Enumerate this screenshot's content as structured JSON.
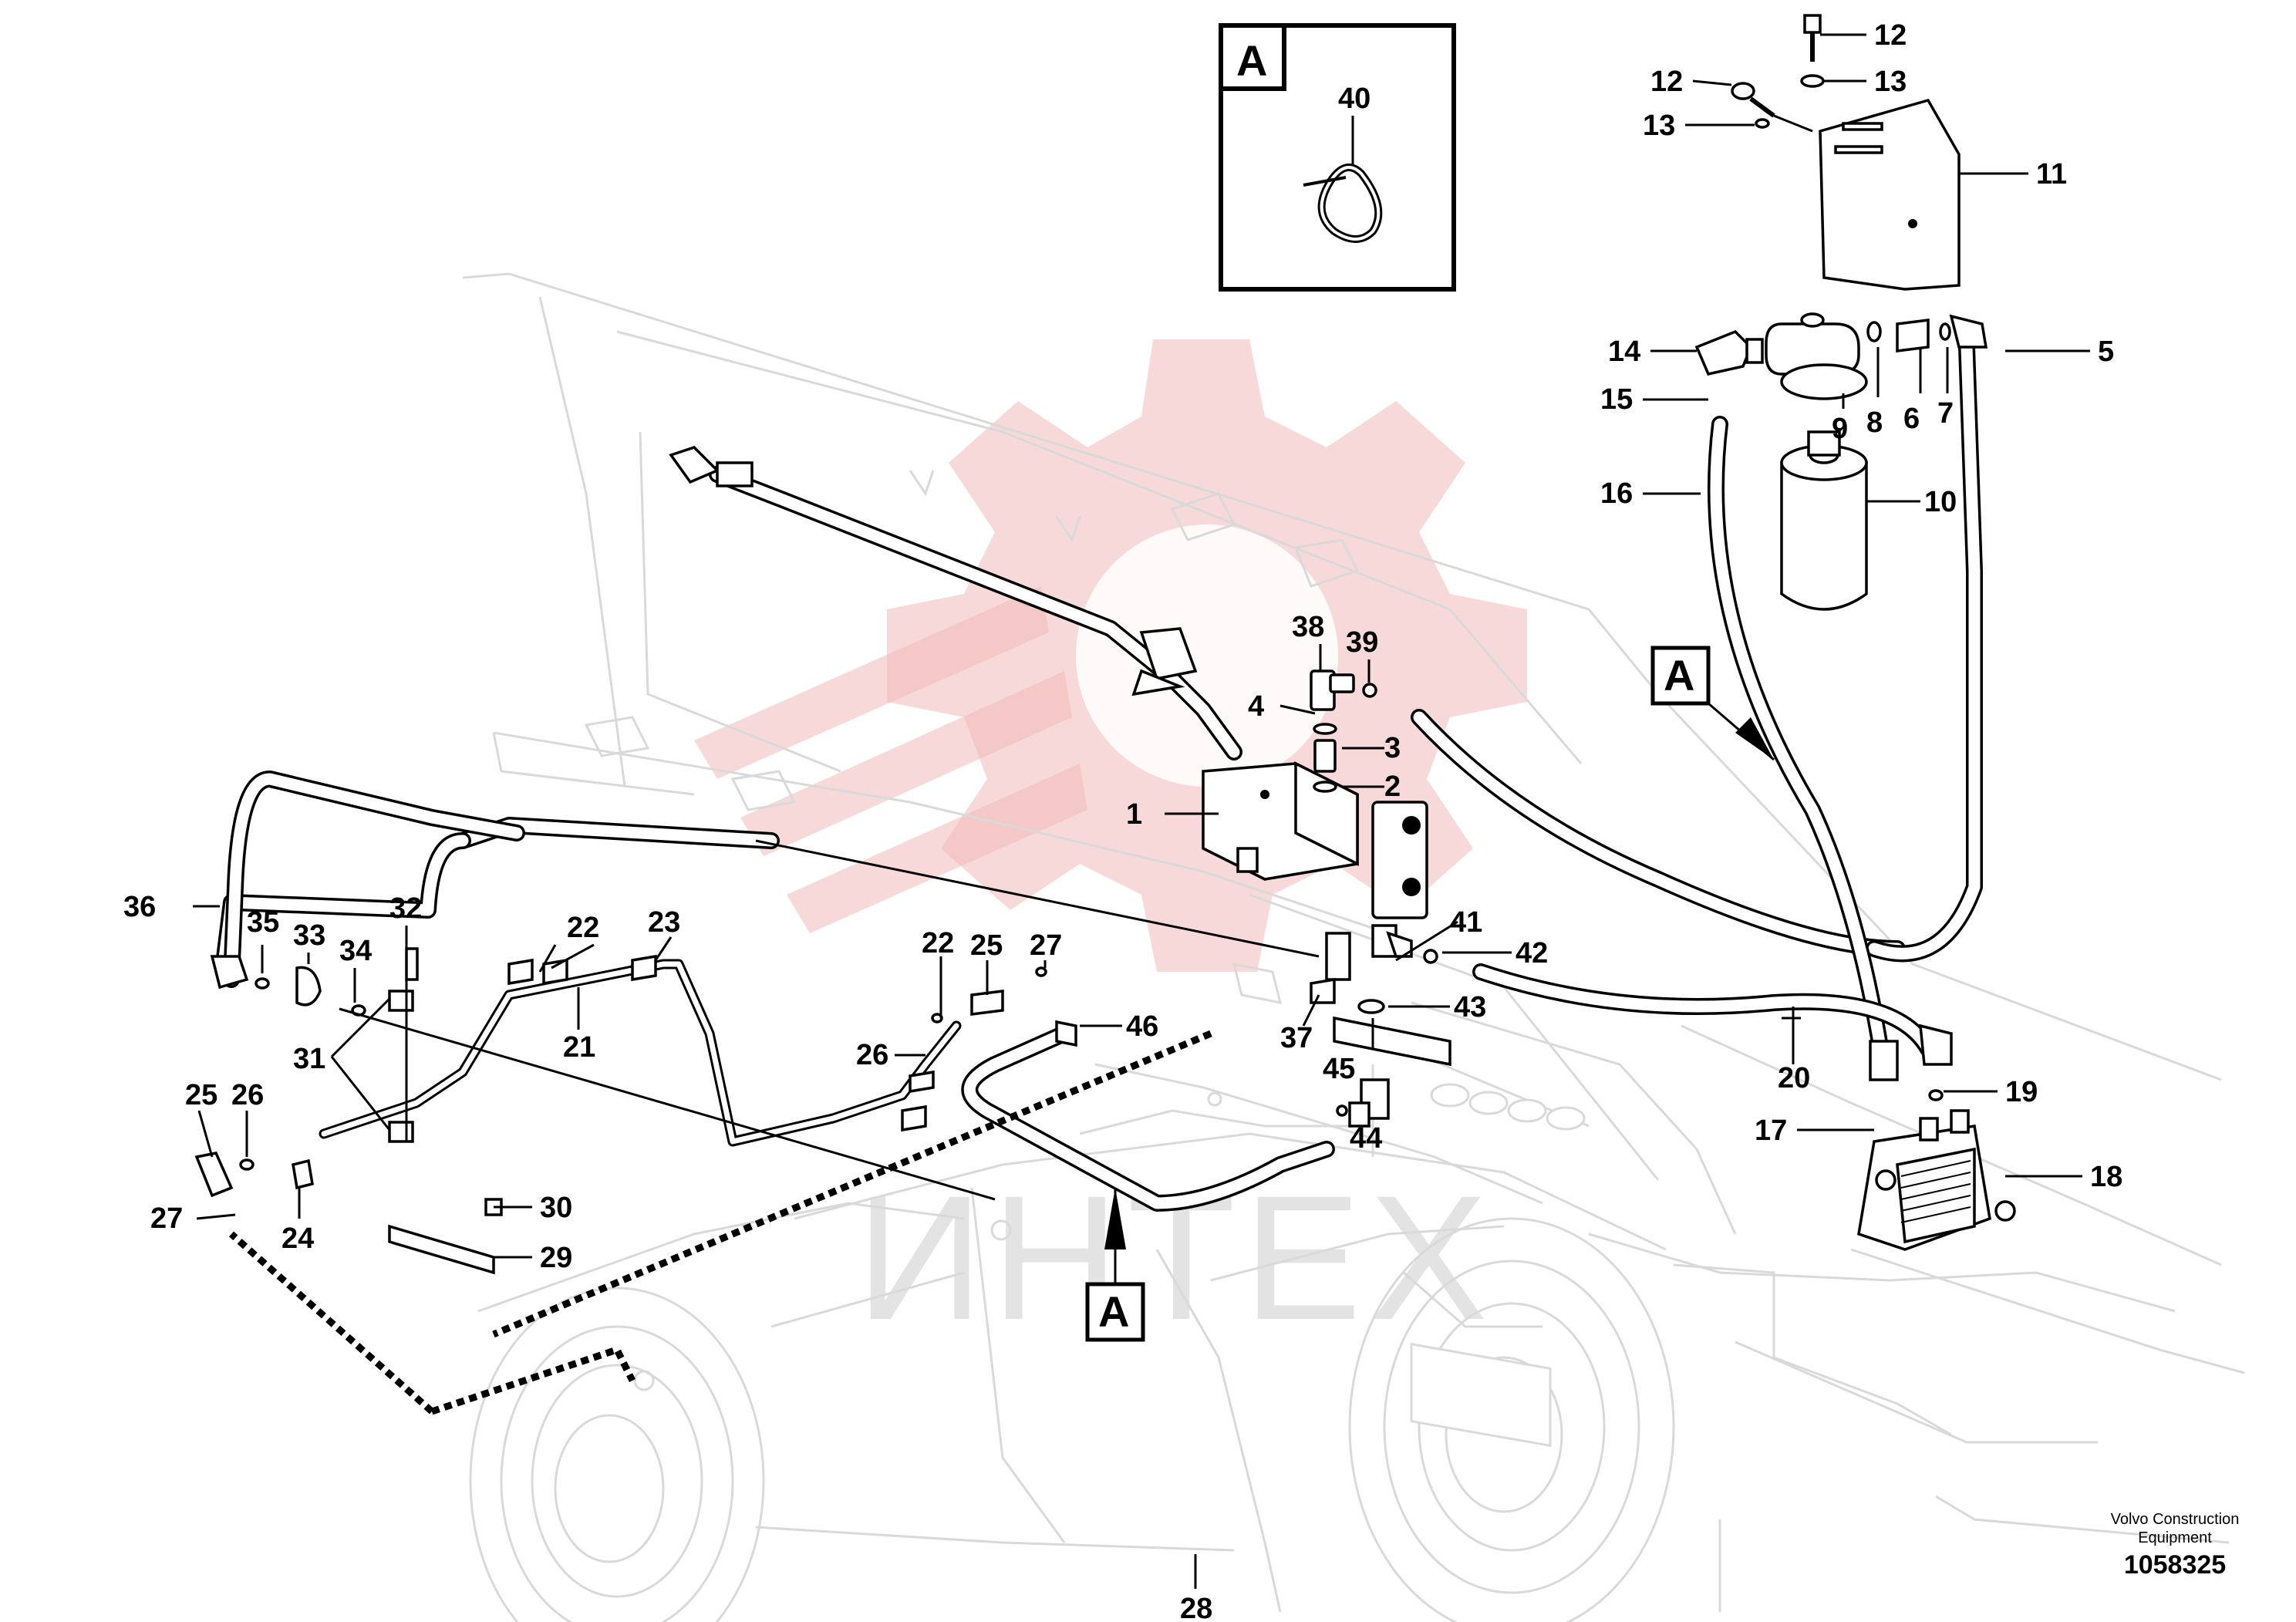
{
  "watermark": {
    "text": "ИНТЕХ"
  },
  "detail_view": {
    "label": "A",
    "part": "40"
  },
  "view_tags": [
    {
      "id": "tag-a-right",
      "label": "A"
    },
    {
      "id": "tag-a-bottom",
      "label": "A"
    }
  ],
  "callouts": [
    "1",
    "2",
    "3",
    "4",
    "5",
    "6",
    "7",
    "8",
    "9",
    "10",
    "11",
    "12",
    "12",
    "13",
    "13",
    "14",
    "15",
    "16",
    "17",
    "18",
    "19",
    "20",
    "21",
    "22",
    "22",
    "23",
    "24",
    "25",
    "25",
    "26",
    "26",
    "27",
    "27",
    "28",
    "29",
    "30",
    "31",
    "32",
    "33",
    "34",
    "35",
    "36",
    "37",
    "38",
    "39",
    "41",
    "42",
    "43",
    "44",
    "45",
    "46"
  ],
  "credit": {
    "line1": "Volvo Construction",
    "line2": "Equipment"
  },
  "document_number": "1058325",
  "colors": {
    "watermark_gear": "#f3b9b9",
    "watermark_text": "#e3e3e3",
    "line": "#000000"
  }
}
